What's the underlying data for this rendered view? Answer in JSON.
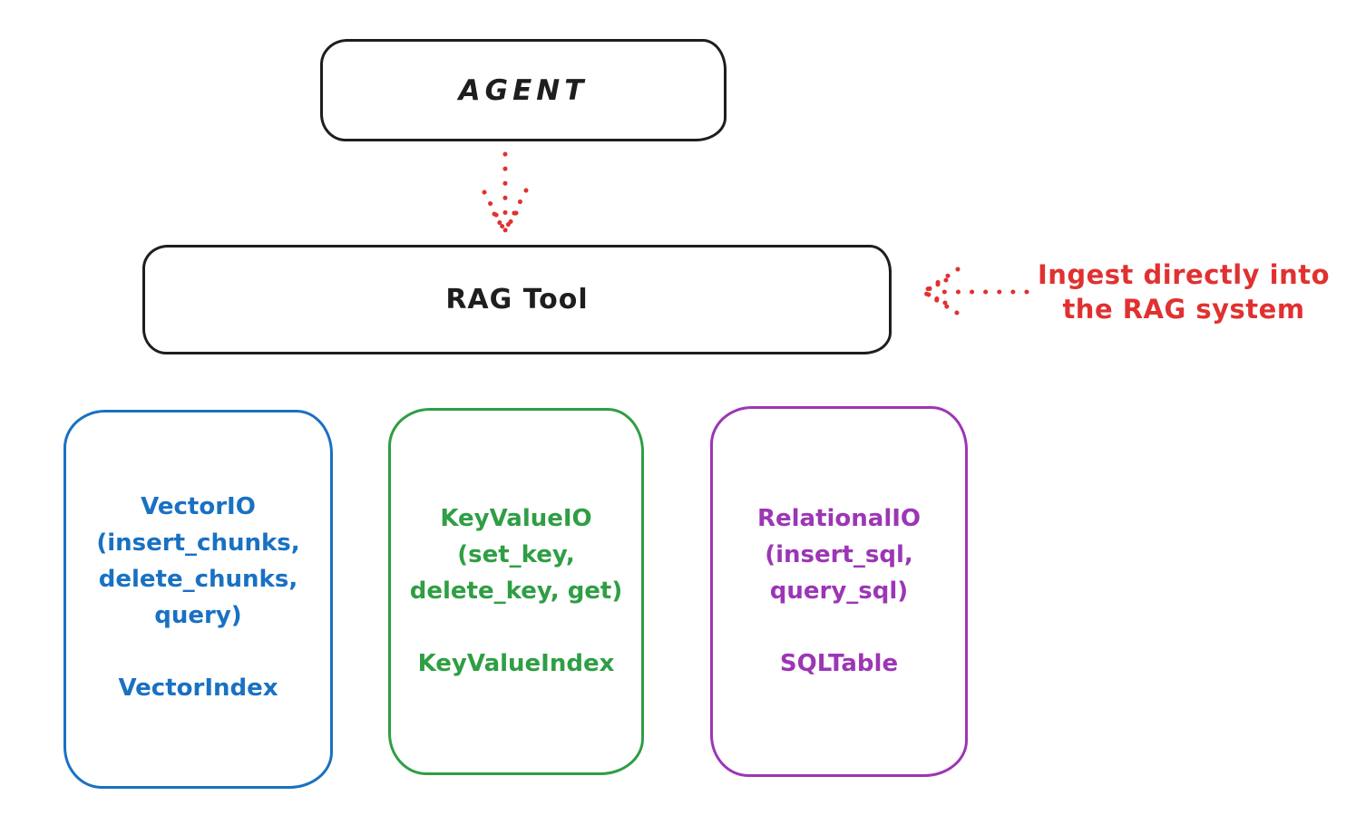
{
  "colors": {
    "ink": "#1e1e1e",
    "red": "#e03131",
    "blue": "#1971c2",
    "green": "#2f9e44",
    "purple": "#9c36b5",
    "bg": "#ffffff"
  },
  "nodes": {
    "agent": {
      "label": "AGENT"
    },
    "rag_tool": {
      "label": "RAG Tool"
    },
    "vector_io": {
      "lines": [
        "VectorIO",
        "(insert_chunks,",
        "delete_chunks,",
        "query)"
      ],
      "footer": "VectorIndex"
    },
    "key_value_io": {
      "lines": [
        "KeyValueIO",
        "(set_key,",
        "delete_key, get)"
      ],
      "footer": "KeyValueIndex"
    },
    "relational_io": {
      "lines": [
        "RelationalIO",
        "(insert_sql,",
        "query_sql)"
      ],
      "footer": "SQLTable"
    }
  },
  "annotation": {
    "lines": [
      "Ingest directly into",
      "the RAG system"
    ]
  },
  "arrows": [
    {
      "name": "agent-to-rag-tool",
      "style": "dotted",
      "direction": "down"
    },
    {
      "name": "ingest-into-rag-tool",
      "style": "dotted",
      "direction": "left"
    }
  ]
}
